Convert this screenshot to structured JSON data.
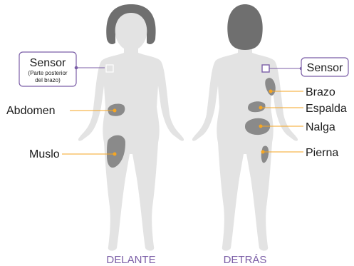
{
  "views": {
    "front": "DELANTE",
    "back": "DETRÁS"
  },
  "front_labels": {
    "sensor": "Sensor",
    "sensor_note_line1": "(Parte posterior",
    "sensor_note_line2": "del brazo)",
    "abdomen": "Abdomen",
    "thigh": "Muslo"
  },
  "back_labels": {
    "sensor": "Sensor",
    "arm": "Brazo",
    "back": "Espalda",
    "buttock": "Nalga",
    "leg": "Pierna"
  },
  "colors": {
    "body": "#e3e3e3",
    "hair": "#6f6f6f",
    "site": "#8a8a8a",
    "leader_orange": "#f5a623",
    "leader_purple": "#7b5ea7",
    "view_label": "#7b5ea7"
  },
  "icons": {
    "sensor_marker": "square-outline-icon",
    "leader_dot": "dot-icon"
  }
}
